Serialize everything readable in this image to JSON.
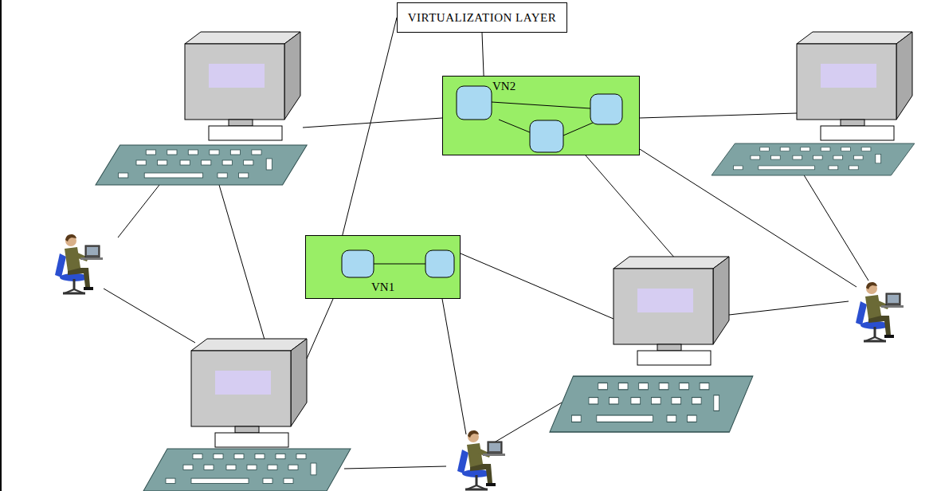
{
  "diagram": {
    "nodes": [
      {
        "text": [
          "VIRTUALIZATION LAYER"
        ]
      },
      {
        "text": [
          "VN2"
        ]
      },
      {
        "text": [
          "VN1"
        ]
      }
    ],
    "edges": [
      {
        "from": 0,
        "to": 1,
        "arrow": "none"
      },
      {
        "from": 0,
        "to": 2,
        "arrow": "none"
      }
    ]
  }
}
